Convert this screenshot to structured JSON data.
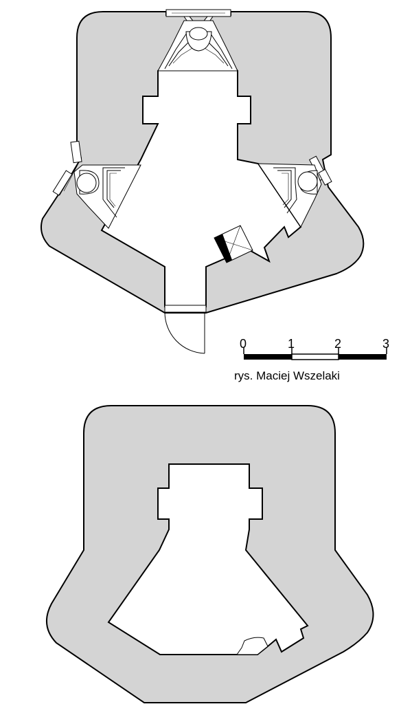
{
  "scale_bar": {
    "tick_labels": [
      "0",
      "1",
      "2",
      "3"
    ]
  },
  "credit": "rys. Maciej Wszelaki",
  "colors": {
    "wall_fill": "#d4d4d4",
    "outline": "#000000",
    "background": "#ffffff"
  }
}
